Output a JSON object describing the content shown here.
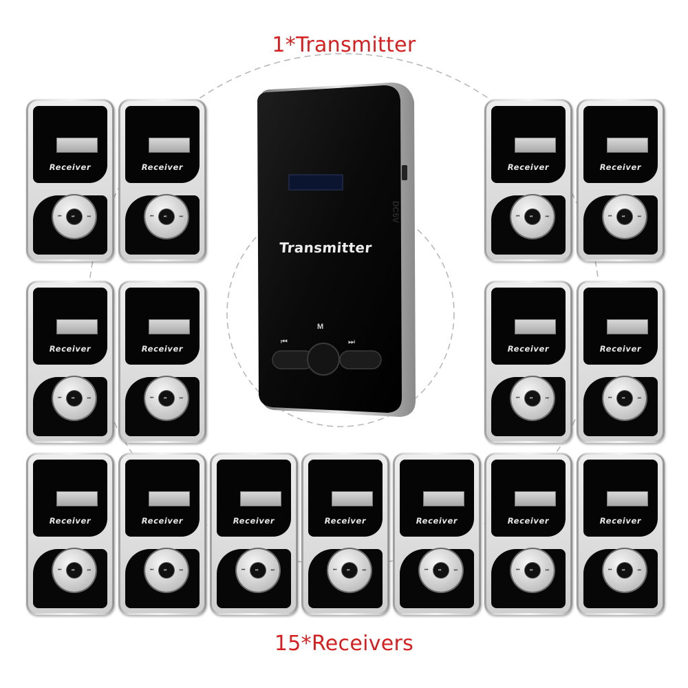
{
  "headings": {
    "top": "1*Transmitter",
    "bottom": "15*Receivers"
  },
  "transmitter": {
    "label": "Transmitter",
    "mode_button": "M",
    "port_label": "DC5V",
    "prev_icon": "⏮",
    "next_icon": "⏭"
  },
  "receiver_label": "Receiver",
  "receiver_count": 15,
  "colors": {
    "heading": "#d71f1f",
    "device_body": "#050505",
    "device_trim": "#cfcfcf"
  }
}
